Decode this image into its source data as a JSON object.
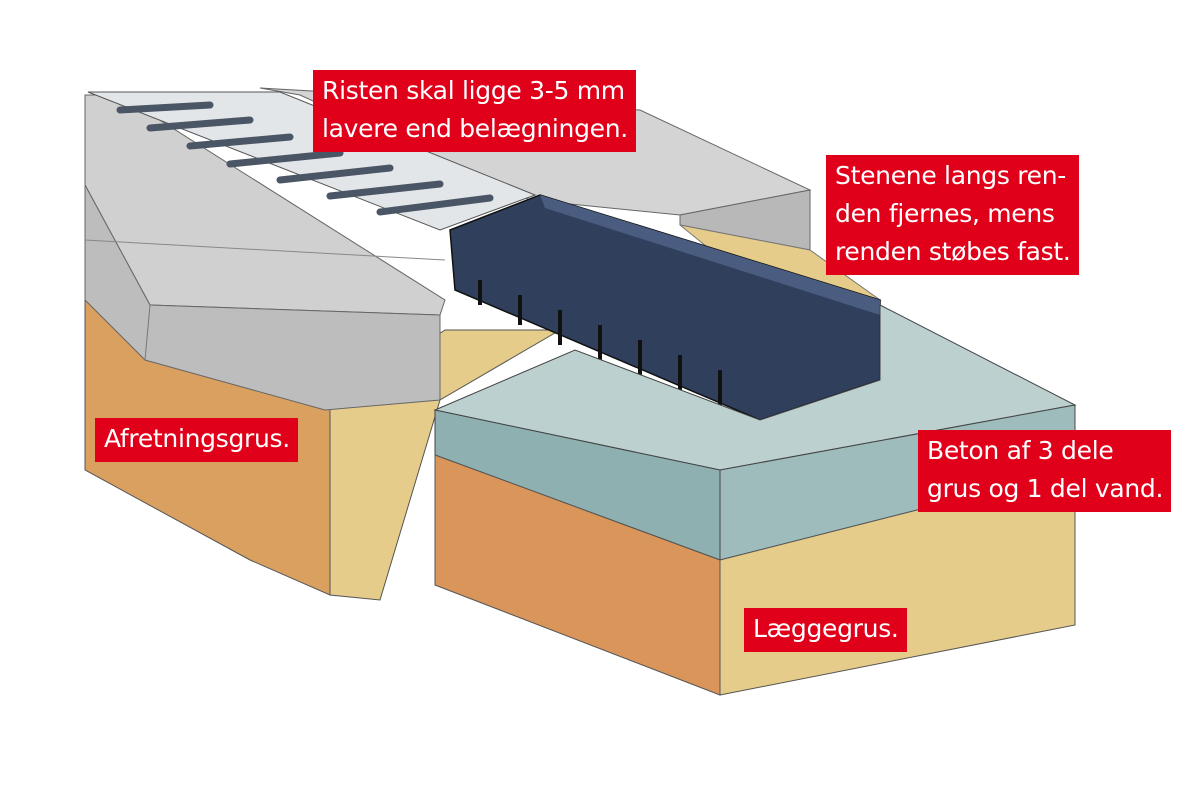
{
  "labels": {
    "grate": "Risten skal ligge 3-5 mm\nlavere end belægningen.",
    "stones": "Stenene langs ren-\nden fjernes, mens\nrenden støbes fast.",
    "leveling_gravel": "Afretningsgrus.",
    "concrete": "Beton af 3 dele\ngrus og 1 del vand.",
    "laying_gravel": "Læggegrus."
  },
  "colors": {
    "label_bg": "#e0001a",
    "label_text": "#ffffff",
    "paver": "#c9c9c9",
    "channel": "#2f3f5c",
    "concrete": "#a9c0c0",
    "sand": "#e6cc8a",
    "gravel": "#d99a5a"
  }
}
